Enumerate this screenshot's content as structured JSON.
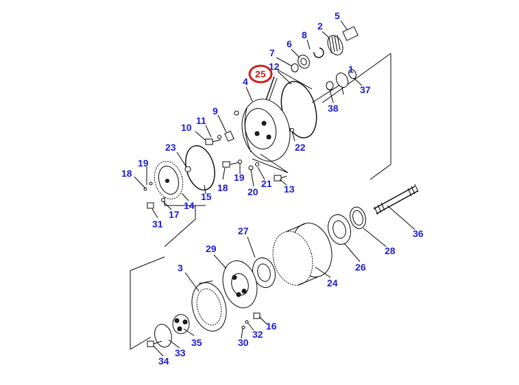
{
  "diagram": {
    "highlight_color": "#d11a1a",
    "label_color": "#1a1adb",
    "highlighted_part": "25",
    "callouts": [
      "1",
      "2",
      "3",
      "4",
      "5",
      "6",
      "7",
      "8",
      "9",
      "10",
      "11",
      "12",
      "13",
      "14",
      "15",
      "16",
      "17",
      "18",
      "18",
      "19",
      "19",
      "20",
      "21",
      "22",
      "23",
      "24",
      "26",
      "27",
      "28",
      "29",
      "30",
      "31",
      "32",
      "33",
      "34",
      "35",
      "36",
      "37",
      "38"
    ]
  }
}
